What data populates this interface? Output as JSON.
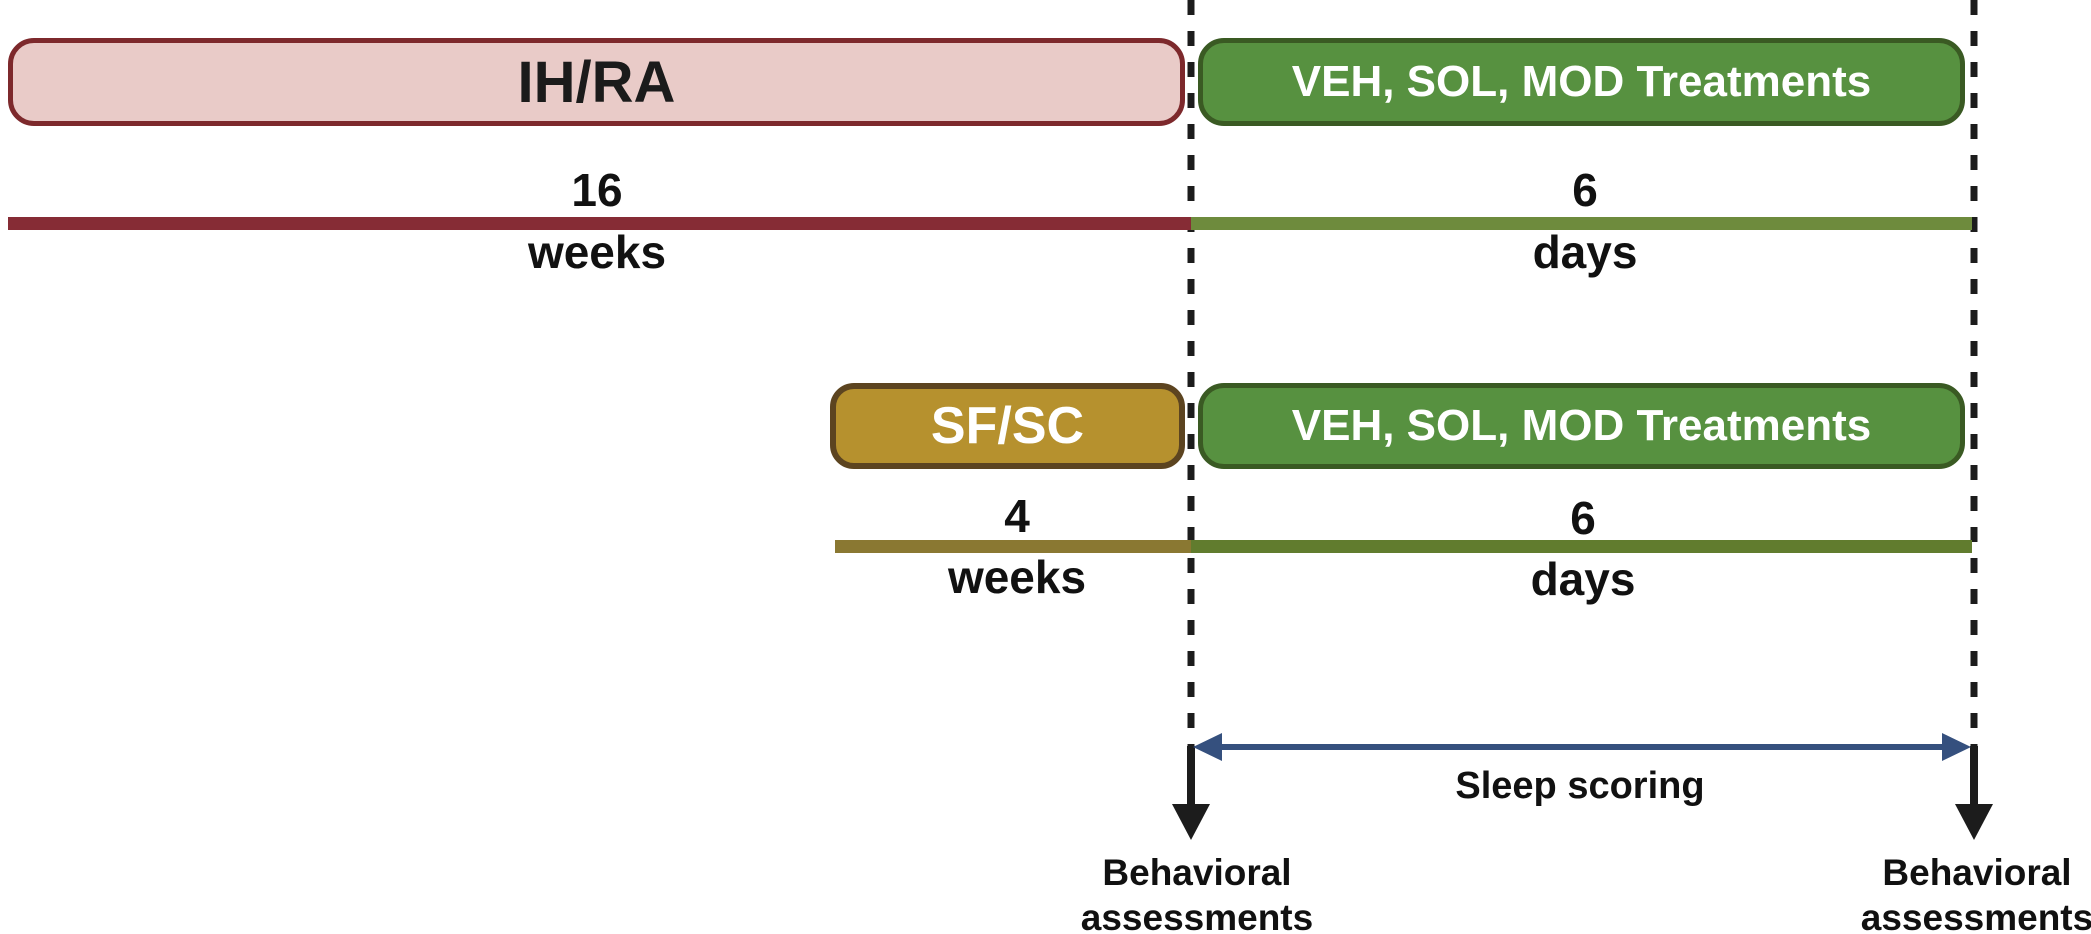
{
  "figure": {
    "rows": [
      {
        "exposure_label": "IH/RA",
        "exposure_duration_value": "16",
        "exposure_duration_unit": "weeks",
        "treatment_label": "VEH, SOL, MOD Treatments",
        "treatment_duration_value": "6",
        "treatment_duration_unit": "days"
      },
      {
        "exposure_label": "SF/SC",
        "exposure_duration_value": "4",
        "exposure_duration_unit": "weeks",
        "treatment_label": "VEH, SOL, MOD Treatments",
        "treatment_duration_value": "6",
        "treatment_duration_unit": "days"
      }
    ],
    "annotations": {
      "sleep_scoring_label": "Sleep scoring",
      "behavioral_left": {
        "line1": "Behavioral",
        "line2": "assessments"
      },
      "behavioral_right": {
        "line1": "Behavioral",
        "line2": "assessments"
      }
    },
    "colors": {
      "exposure1_fill": "#e9cbc8",
      "exposure1_border": "#7d292c",
      "exposure1_timeline": "#862c35",
      "exposure2_fill": "#b6912e",
      "exposure2_border": "#5c4420",
      "exposure2_timeline": "#8a7832",
      "treatment_fill": "#579140",
      "treatment_border": "#3a5a23",
      "treatment_timeline_row1": "#6e8b3d",
      "treatment_timeline_row2": "#617c2e",
      "sleep_arrow": "#35507e",
      "event_marker": "#1c1c1c",
      "text": "#111111"
    }
  }
}
